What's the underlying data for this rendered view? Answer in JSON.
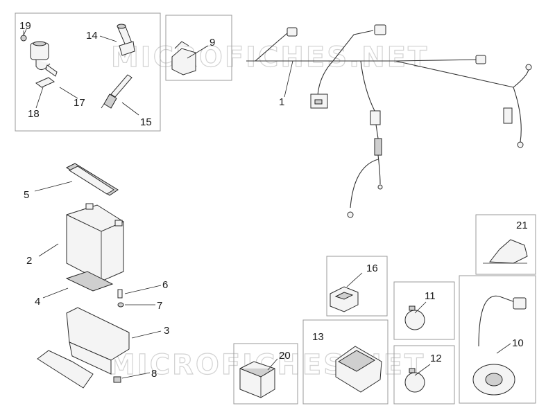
{
  "watermark_text": "MICROFICHES.NET",
  "callouts": {
    "c1": "1",
    "c2": "2",
    "c3": "3",
    "c4": "4",
    "c5": "5",
    "c6": "6",
    "c7": "7",
    "c8": "8",
    "c9": "9",
    "c10": "10",
    "c11": "11",
    "c12": "12",
    "c13": "13",
    "c14": "14",
    "c15": "15",
    "c16": "16",
    "c17": "17",
    "c18": "18",
    "c19": "19",
    "c20": "20",
    "c21": "21"
  }
}
